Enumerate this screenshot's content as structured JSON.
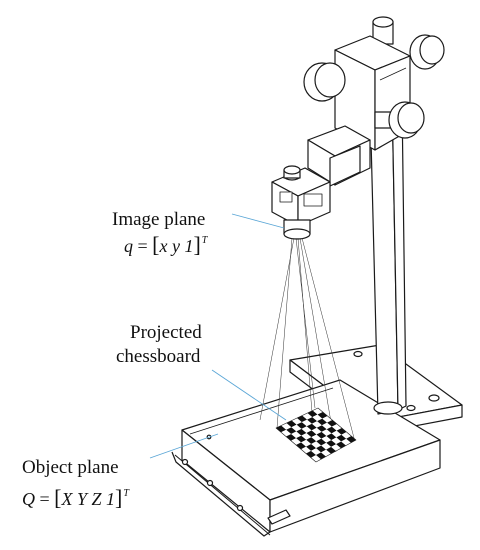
{
  "labels": {
    "image_plane": {
      "title": "Image plane",
      "eq_var": "q",
      "eq_eq": "=",
      "eq_open": "[",
      "eq_body": "x y 1",
      "eq_close": "]",
      "eq_sup": "T"
    },
    "projected": {
      "line1": "Projected",
      "line2": "chessboard"
    },
    "object_plane": {
      "title": "Object plane",
      "eq_var": "Q",
      "eq_eq": "=",
      "eq_open": "[",
      "eq_body": "X Y Z 1",
      "eq_close": "]",
      "eq_sup": "T"
    }
  },
  "colors": {
    "line": "#1a1a1a",
    "leader": "#5aa6d6",
    "fill": "#ffffff",
    "chess_dark": "#111111"
  },
  "chessboard": {
    "rows": 8,
    "cols": 8
  }
}
